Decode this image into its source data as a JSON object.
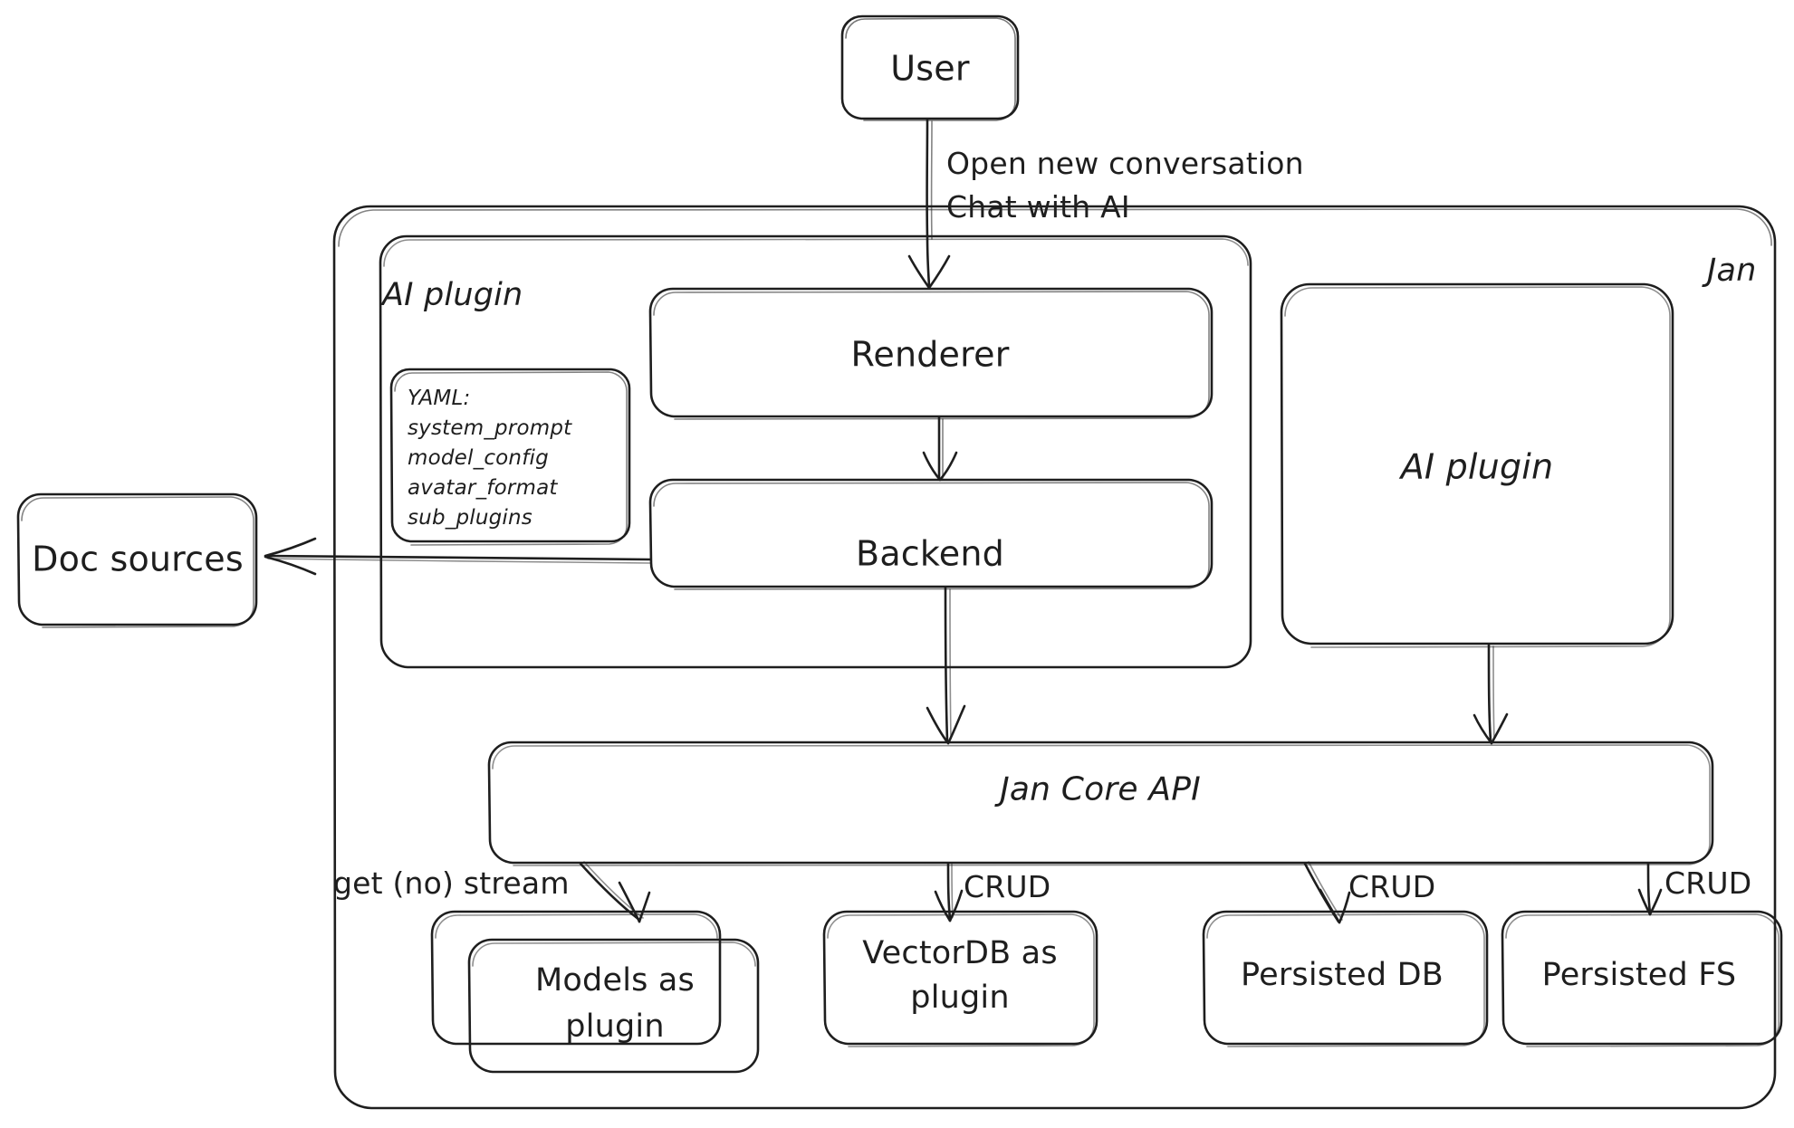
{
  "diagram": {
    "title": "Jan architecture",
    "style": "hand-drawn",
    "stroke_color": "#1e1e1e",
    "background_color": "#ffffff",
    "containers": [
      {
        "id": "jan",
        "label": "Jan",
        "label_position": "top-right"
      },
      {
        "id": "ai-plugin-group",
        "label": "AI plugin",
        "label_position": "top-left"
      }
    ],
    "nodes": [
      {
        "id": "user",
        "label": "User"
      },
      {
        "id": "renderer",
        "label": "Renderer"
      },
      {
        "id": "backend",
        "label": "Backend"
      },
      {
        "id": "ai-plugin",
        "label": "AI plugin"
      },
      {
        "id": "doc-sources",
        "label": "Doc sources"
      },
      {
        "id": "jan-core-api",
        "label": "Jan Core API"
      },
      {
        "id": "models",
        "label": "Models as\nplugin"
      },
      {
        "id": "vectordb",
        "label": "VectorDB as\nplugin"
      },
      {
        "id": "persisted-db",
        "label": "Persisted DB"
      },
      {
        "id": "persisted-fs",
        "label": "Persisted FS"
      }
    ],
    "yaml_note": {
      "heading": "YAML:",
      "keys": [
        "system_prompt",
        "model_config",
        "avatar_format",
        "sub_plugins"
      ]
    },
    "edges": [
      {
        "from": "user",
        "to": "renderer",
        "label": "Open new conversation\nChat with AI"
      },
      {
        "from": "renderer",
        "to": "backend",
        "label": ""
      },
      {
        "from": "backend",
        "to": "doc-sources",
        "label": ""
      },
      {
        "from": "backend",
        "to": "jan-core-api",
        "label": ""
      },
      {
        "from": "ai-plugin",
        "to": "jan-core-api",
        "label": ""
      },
      {
        "from": "jan-core-api",
        "to": "models",
        "label": "get (no) stream"
      },
      {
        "from": "jan-core-api",
        "to": "vectordb",
        "label": "CRUD"
      },
      {
        "from": "jan-core-api",
        "to": "persisted-db",
        "label": "CRUD"
      },
      {
        "from": "jan-core-api",
        "to": "persisted-fs",
        "label": "CRUD"
      }
    ]
  },
  "labels": {
    "user": "User",
    "edge_user_renderer_line1": "Open new conversation",
    "edge_user_renderer_line2": "Chat with AI",
    "jan_group": "Jan",
    "ai_plugin_group": "AI plugin",
    "renderer": "Renderer",
    "backend": "Backend",
    "ai_plugin_box": "AI plugin",
    "doc_sources": "Doc sources",
    "jan_core_api": "Jan Core API",
    "get_no_stream": "get (no) stream",
    "crud_vectordb": "CRUD",
    "crud_persisted_db": "CRUD",
    "crud_persisted_fs": "CRUD",
    "models_line1": "Models as",
    "models_line2": "plugin",
    "vectordb_line1": "VectorDB as",
    "vectordb_line2": "plugin",
    "persisted_db": "Persisted DB",
    "persisted_fs": "Persisted FS",
    "yaml_heading": "YAML:",
    "yaml_key1": "system_prompt",
    "yaml_key2": "model_config",
    "yaml_key3": "avatar_format",
    "yaml_key4": "sub_plugins"
  }
}
